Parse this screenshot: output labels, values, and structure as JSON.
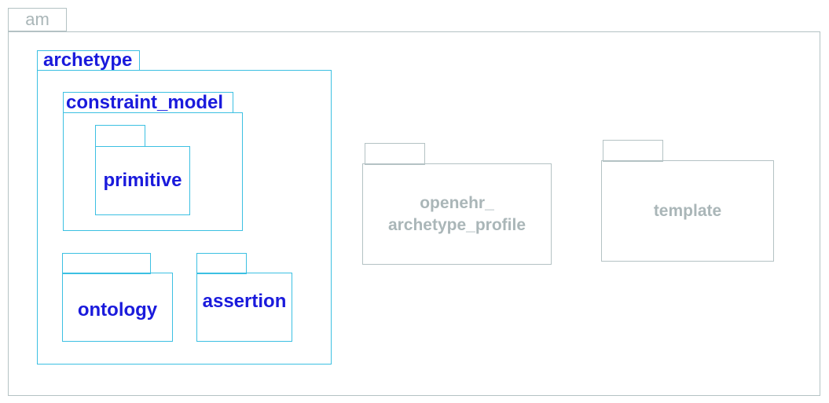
{
  "packages": {
    "am": {
      "name": "am"
    },
    "archetype": {
      "name": "archetype"
    },
    "constraint_model": {
      "name": "constraint_model"
    },
    "primitive": {
      "name": "primitive"
    },
    "ontology": {
      "name": "ontology"
    },
    "assertion": {
      "name": "assertion"
    },
    "openehr_archetype_profile": {
      "name_line1": "openehr_",
      "name_line2": "archetype_profile"
    },
    "template": {
      "name": "template"
    }
  },
  "colors": {
    "highlight_border": "#3cc0e2",
    "highlight_text": "#1a1adc",
    "muted_border": "#b4c2c4",
    "muted_text": "#aab6b8"
  }
}
